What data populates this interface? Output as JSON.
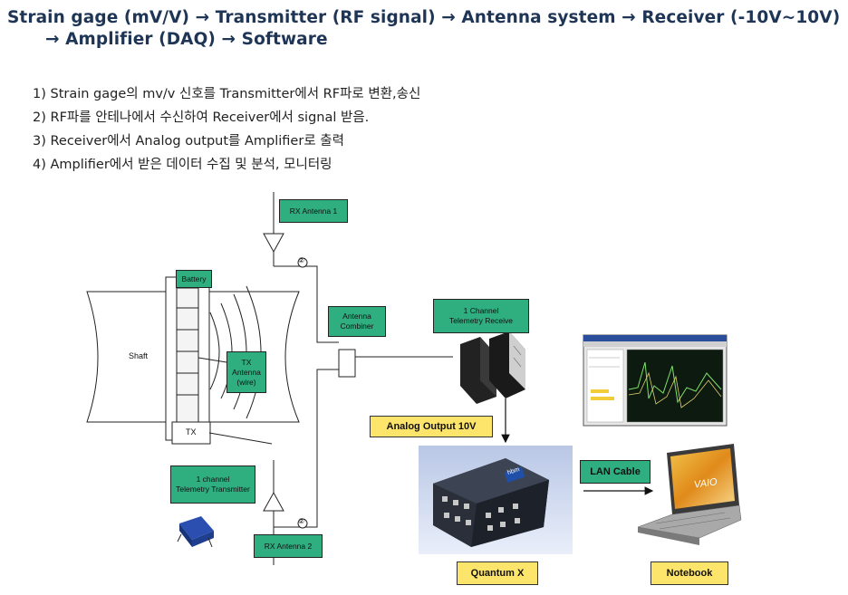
{
  "header": {
    "line1": "Strain gage  (mV/V) →  Transmitter (RF signal) → Antenna system → Receiver  (-10V~10V)",
    "line2": "→  Amplifier (DAQ) → Software"
  },
  "steps": [
    "1) Strain gage의 mv/v 신호를 Transmitter에서 RF파로 변환,송신",
    "2) RF파를 안테나에서 수신하여 Receiver에서 signal 받음.",
    "3) Receiver에서 Analog output를 Amplifier로 출력",
    "4) Amplifier에서 받은 데이터 수집 및 분석, 모니터링"
  ],
  "diagram": {
    "rx_antenna_1": "RX Antenna 1",
    "rx_antenna_2": "RX Antenna 2",
    "battery": "Battery",
    "shaft": "Shaft",
    "tx_antenna": "TX\nAntenna\n(wire)",
    "tx": "TX",
    "telemetry_transmitter": "1 channel\nTelemetry Transmitter",
    "antenna_combiner": "Antenna\nCombiner",
    "telemetry_receiver": "1 Channel\nTelemetry Receive",
    "analog_output": "Analog Output 10V",
    "lan_cable": "LAN Cable",
    "quantum_x": "Quantum X",
    "notebook": "Notebook",
    "marker_top": "②",
    "marker_bottom": "②",
    "device_label": "VAIO",
    "daq_logo": "hbm"
  },
  "colors": {
    "title": "#1e3556",
    "green_box": "#2fae7f",
    "yellow_box": "#fde46a"
  },
  "icons": [
    "antenna-icon",
    "receiver-module-icon",
    "monitor-software-screenshot",
    "quantum-x-device",
    "laptop-icon",
    "transmitter-module-icon"
  ]
}
